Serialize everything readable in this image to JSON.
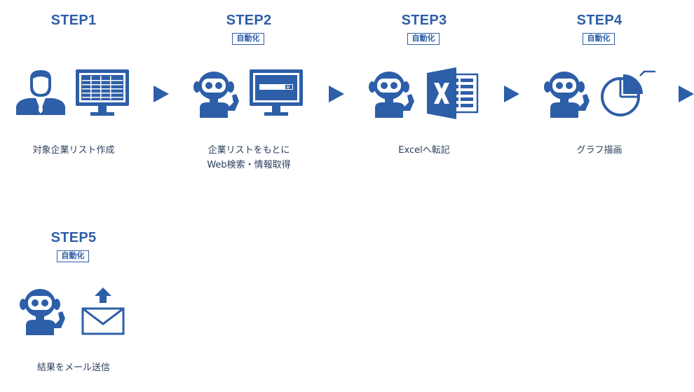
{
  "accent_color": "#2d5ea8",
  "steps": [
    {
      "title": "STEP1",
      "badge": "",
      "caption_line1": "対象企業リスト作成",
      "caption_line2": "",
      "icons": [
        "person-icon",
        "spreadsheet-monitor-icon"
      ]
    },
    {
      "title": "STEP2",
      "badge": "自動化",
      "caption_line1": "企業リストをもとに",
      "caption_line2": "Web検索・情報取得",
      "icons": [
        "robot-icon",
        "browser-search-monitor-icon"
      ]
    },
    {
      "title": "STEP3",
      "badge": "自動化",
      "caption_line1": "Excelへ転記",
      "caption_line2": "",
      "icons": [
        "robot-icon",
        "excel-icon"
      ]
    },
    {
      "title": "STEP4",
      "badge": "自動化",
      "caption_line1": "グラフ描画",
      "caption_line2": "",
      "icons": [
        "robot-icon",
        "pie-chart-icon"
      ]
    },
    {
      "title": "STEP5",
      "badge": "自動化",
      "caption_line1": "結果をメール送信",
      "caption_line2": "",
      "icons": [
        "robot-icon",
        "mail-upload-icon"
      ]
    }
  ]
}
